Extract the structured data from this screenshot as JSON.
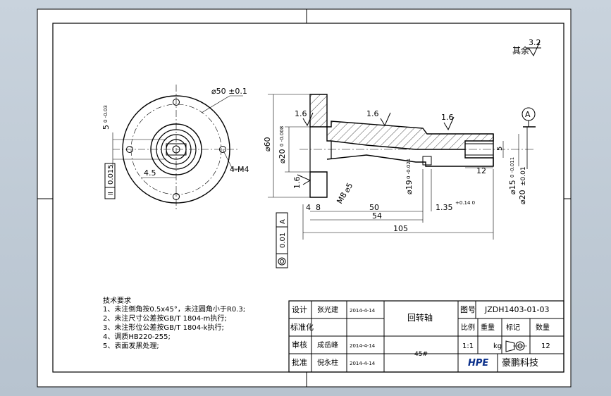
{
  "roughness": {
    "label": "其余",
    "value": "3.2"
  },
  "views": {
    "front": {
      "dim_diameter": "⌀50 ±0.1",
      "dim_slot": "5",
      "dim_slot_tol": "0\n-0.03",
      "dim_offset": "4.5",
      "dim_holes": "4-M4",
      "flatness_symbol": "=",
      "flatness_value": "0.015"
    },
    "section": {
      "rough_1": "1.6",
      "rough_2": "1.6",
      "rough_3": "1.6",
      "rough_4": "1.6",
      "dim_d60": "⌀60",
      "dim_d20": "⌀20",
      "dim_d20_tol": "0\n-0.008",
      "dim_d19": "⌀19",
      "dim_d19_tol": "0\n-0.021",
      "dim_d15": "⌀15",
      "dim_d15_tol": "0\n-0.011",
      "dim_d20b": "⌀20",
      "dim_d20b_tol": "±0.01",
      "dim_d5": "⌀5",
      "dim_m8": "M8",
      "dim_keyway": "5",
      "dim_12": "12",
      "dim_4": "4",
      "dim_8": "8",
      "dim_50": "50",
      "dim_54": "54",
      "dim_105": "105",
      "dim_135": "1.35",
      "dim_135_tol": "+0.14\n0",
      "datum": "A",
      "runout_value": "0.01",
      "runout_datum": "A"
    }
  },
  "tech_requirements": {
    "title": "技术要求",
    "items": [
      "1、未注倒角按0.5x45°，未注圆角小于R0.3;",
      "2、未注尺寸公差按GB/T 1804-m执行;",
      "3、未注形位公差按GB/T 1804-k执行;",
      "4、调质HB220-255;",
      "5、表面发黑处理;"
    ]
  },
  "title_block": {
    "design_label": "设计",
    "design_name": "张光建",
    "design_date": "2014-4-14",
    "std_label": "标准化",
    "review_label": "审核",
    "review_name": "成岳峰",
    "review_date": "2014-4-14",
    "approve_label": "批准",
    "approve_name": "倪永柱",
    "approve_date": "2014-4-14",
    "part_name": "回转轴",
    "material": "45#",
    "drawing_no_label": "图号",
    "drawing_no": "JZDH1403-01-03",
    "scale_label": "比例",
    "weight_label": "重量",
    "mark_label": "标记",
    "qty_label": "数量",
    "scale": "1:1",
    "weight_unit": "kg",
    "qty": "12",
    "company_logo": "HPE",
    "company": "豪鹏科技"
  }
}
